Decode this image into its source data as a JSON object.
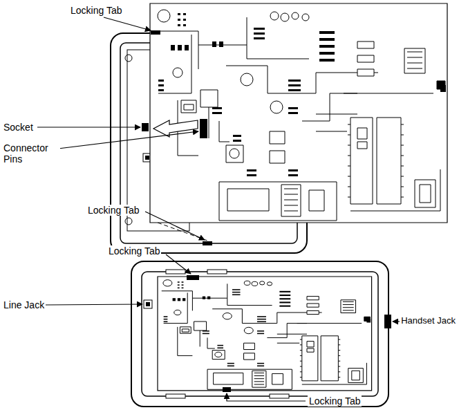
{
  "diagram": {
    "labels": [
      "Locking Tab",
      "Socket",
      "Connector Pins",
      "Locking Tab",
      "Locking Tab",
      "Line Jack",
      "Handset Jack",
      "Locking Tab"
    ]
  }
}
